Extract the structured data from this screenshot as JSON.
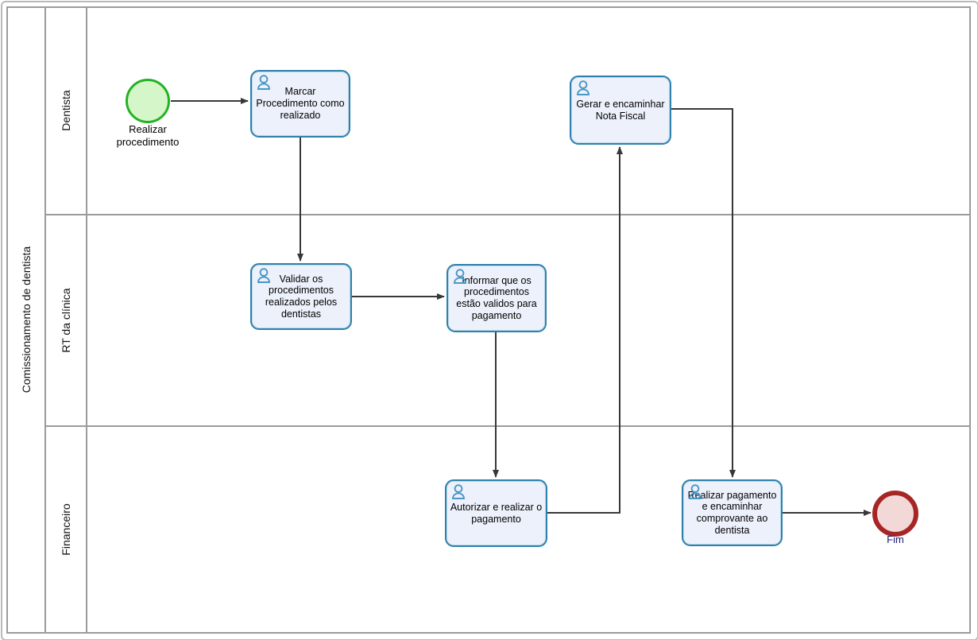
{
  "diagram": {
    "pool_label": "Comissionamento de dentista",
    "lanes": [
      {
        "label": "Dentista"
      },
      {
        "label": "RT da clínica"
      },
      {
        "label": "Financeiro"
      }
    ],
    "events": [
      {
        "id": "start",
        "type": "start-event",
        "label": "Realizar procedimento",
        "lane": "Dentista"
      },
      {
        "id": "end",
        "type": "end-event",
        "label": "Fim",
        "lane": "Financeiro"
      }
    ],
    "tasks": [
      {
        "id": "t1",
        "label": "Marcar Procedimento como realizado",
        "lane": "Dentista",
        "type": "user-task"
      },
      {
        "id": "t2",
        "label": "Validar os procedimentos realizados pelos dentistas",
        "lane": "RT da clínica",
        "type": "user-task"
      },
      {
        "id": "t3",
        "label": "Informar que os procedimentos estão validos para pagamento",
        "lane": "RT da clínica",
        "type": "user-task"
      },
      {
        "id": "t4",
        "label": "Autorizar e realizar o pagamento",
        "lane": "Financeiro",
        "type": "user-task"
      },
      {
        "id": "t5",
        "label": "Gerar e encaminhar Nota Fiscal",
        "lane": "Dentista",
        "type": "user-task"
      },
      {
        "id": "t6",
        "label": "Realizar pagamento e encaminhar comprovante ao dentista",
        "lane": "Financeiro",
        "type": "user-task"
      }
    ],
    "flows": [
      {
        "from": "start",
        "to": "t1"
      },
      {
        "from": "t1",
        "to": "t2"
      },
      {
        "from": "t2",
        "to": "t3"
      },
      {
        "from": "t3",
        "to": "t4"
      },
      {
        "from": "t4",
        "to": "t5"
      },
      {
        "from": "t5",
        "to": "t6"
      },
      {
        "from": "t6",
        "to": "end"
      }
    ]
  },
  "colors": {
    "task_fill": "#edf1fb",
    "task_border": "#2e81ab",
    "icon_blue": "#4a97c6",
    "start_fill": "#d5f6c8",
    "start_border": "#24b224",
    "end_fill": "#f3d8d8",
    "end_border": "#a62626",
    "lane_line": "#9b9b9b",
    "arrow": "#383838",
    "fim_text": "#1b1b77"
  }
}
